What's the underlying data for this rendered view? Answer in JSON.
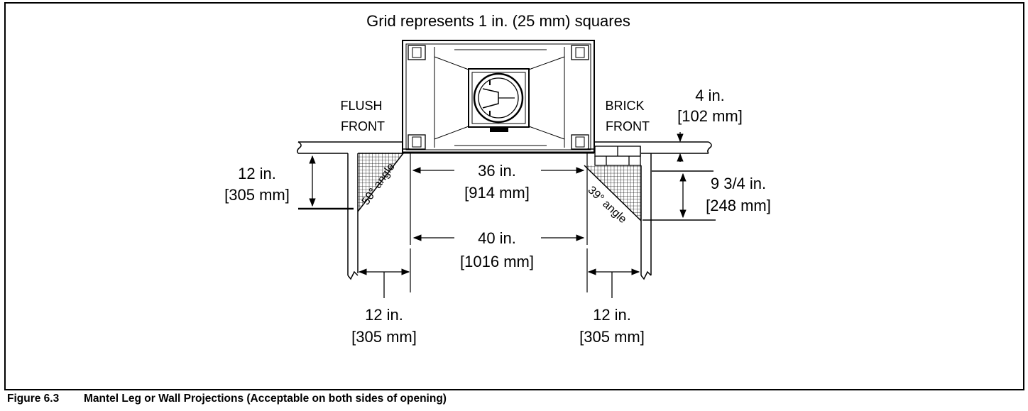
{
  "figure": {
    "header": "Grid represents 1 in. (25 mm) squares",
    "caption_number": "Figure 6.3",
    "caption_title": "Mantel Leg or Wall Projections (Acceptable on both sides of opening)"
  },
  "labels": {
    "flush_front_1": "FLUSH",
    "flush_front_2": "FRONT",
    "brick_front_1": "BRICK",
    "brick_front_2": "FRONT",
    "brick_depth_in": "4 in.",
    "brick_depth_mm": "[102 mm]",
    "left_height_in": "12 in.",
    "left_height_mm": "[305 mm]",
    "left_angle": "50° angle",
    "right_angle": "39° angle",
    "opening_in": "36 in.",
    "opening_mm": "[914 mm]",
    "overall_in": "40 in.",
    "overall_mm": "[1016 mm]",
    "right_height_in": "9 3/4 in.",
    "right_height_mm": "[248 mm]",
    "left_leg_in": "12 in.",
    "left_leg_mm": "[305 mm]",
    "right_leg_in": "12 in.",
    "right_leg_mm": "[305 mm]"
  }
}
